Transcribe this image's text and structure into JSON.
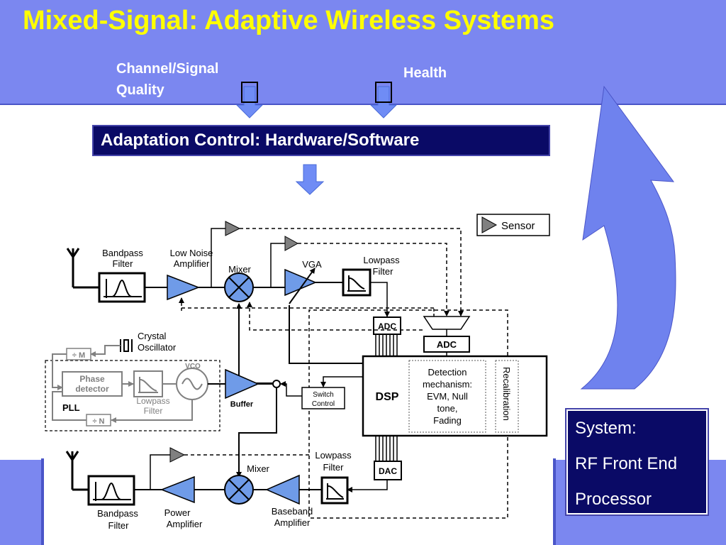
{
  "title": "Mixed-Signal: Adaptive Wireless Systems",
  "inputs": {
    "channel_line1": "Channel/Signal",
    "channel_line2": "Quality",
    "health": "Health"
  },
  "adaptation_control": "Adaptation Control: Hardware/Software",
  "system": {
    "line1": "System:",
    "line2": "RF Front End",
    "line3": "Processor"
  },
  "legend": {
    "sensor": "Sensor"
  },
  "blocks": {
    "rx_bandpass_1": "Bandpass",
    "rx_bandpass_2": "Filter",
    "lna_1": "Low Noise",
    "lna_2": "Amplifier",
    "rx_mixer": "Mixer",
    "vga": "VGA",
    "rx_lowpass_1": "Lowpass",
    "rx_lowpass_2": "Filter",
    "adc_top": "ADC",
    "adc_mid": "ADC",
    "crystal_1": "Crystal",
    "crystal_2": "Oscillator",
    "div_m": "÷ M",
    "phase_det_1": "Phase",
    "phase_det_2": "detector",
    "vco": "VCO",
    "pll_lowpass_1": "Lowpass",
    "pll_lowpass_2": "Filter",
    "pll": "PLL",
    "div_n": "÷ N",
    "buffer": "Buffer",
    "switch_1": "Switch",
    "switch_2": "Control",
    "dsp": "DSP",
    "detect_1": "Detection",
    "detect_2": "mechanism:",
    "detect_3": "EVM, Null",
    "detect_4": "tone,",
    "detect_5": "Fading",
    "recalibration": "Recalibration",
    "dac": "DAC",
    "tx_lowpass_1": "Lowpass",
    "tx_lowpass_2": "Filter",
    "tx_mixer": "Mixer",
    "tx_bandpass_1": "Bandpass",
    "tx_bandpass_2": "Filter",
    "pa_1": "Power",
    "pa_2": "Amplifier",
    "bb_1": "Baseband",
    "bb_2": "Amplifier"
  },
  "colors": {
    "header": "#7b87f0",
    "title": "#ffff00",
    "navy_box": "#0a0a66",
    "arrow": "#6f8cf5",
    "curved_arrow": "#6f82ee",
    "sensor_triangle": "#808080"
  }
}
